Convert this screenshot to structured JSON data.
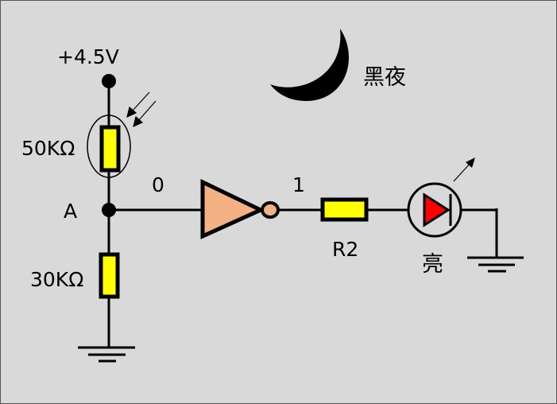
{
  "title": "Light-controlled night lamp circuit",
  "labels": {
    "supply": "+4.5V",
    "ldr_value": "50KΩ",
    "node": "A",
    "resistor_value": "30KΩ",
    "input_logic": "0",
    "output_logic": "1",
    "r2": "R2",
    "led_state": "亮",
    "condition": "黑夜"
  },
  "colors": {
    "background": "#d9d9d9",
    "resistor": "#ffff00",
    "gate": "#f4b183",
    "led": "#ff0000"
  }
}
